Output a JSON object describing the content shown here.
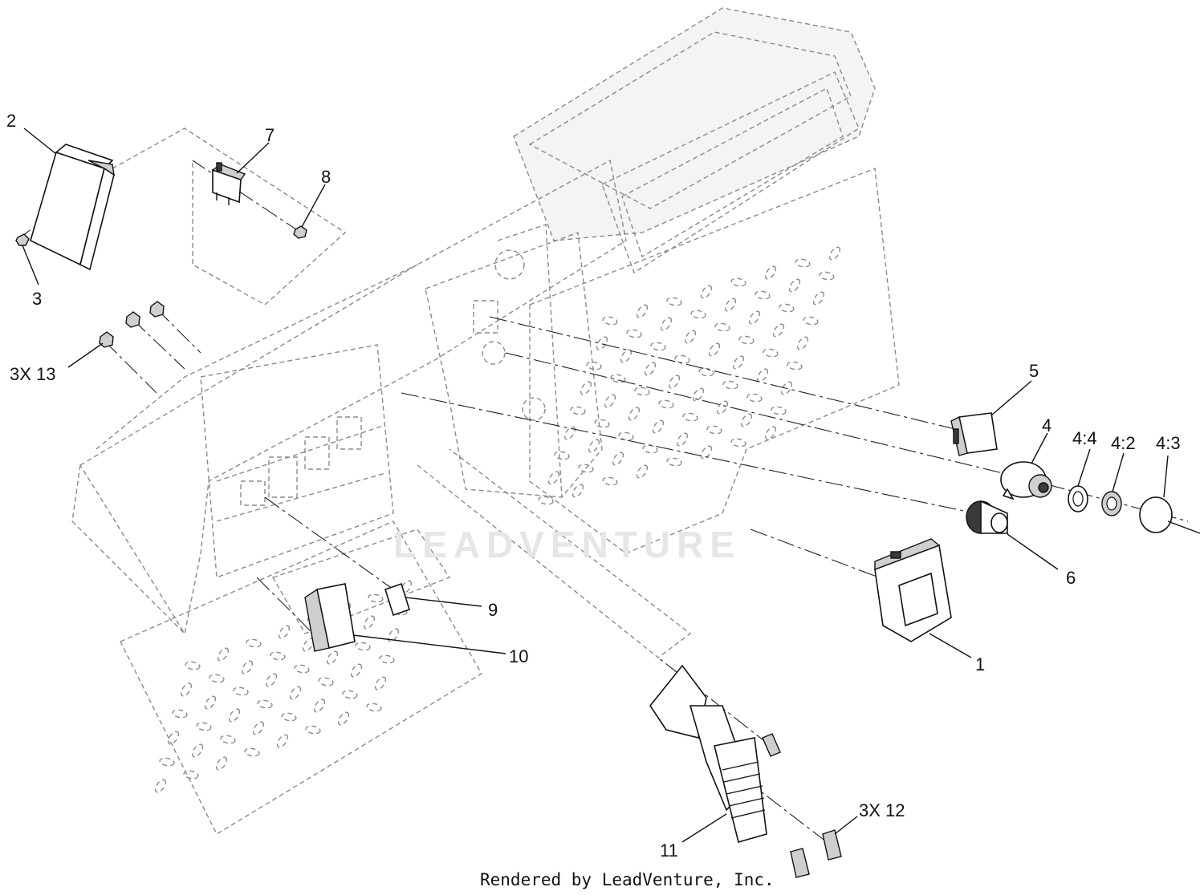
{
  "diagram": {
    "callouts": {
      "c1": "1",
      "c2": "2",
      "c3": "3",
      "c13": "3X 13",
      "c4": "4",
      "c44": "4:4",
      "c42": "4:2",
      "c43": "4:3",
      "c5": "5",
      "c6": "6",
      "c7": "7",
      "c8": "8",
      "c9": "9",
      "c10": "10",
      "c11": "11",
      "c12": "3X 12"
    },
    "watermark": "LEADVENTURE",
    "footer": "Rendered by LeadVenture, Inc."
  }
}
